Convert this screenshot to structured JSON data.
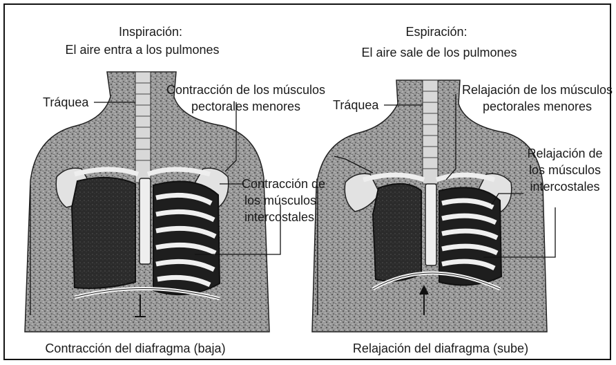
{
  "inspiration": {
    "title": "Inspiración:",
    "subtitle": "El aire entra a los pulmones",
    "labels": {
      "trachea": "Tráquea",
      "pectoral_1": "Contracción de los músculos",
      "pectoral_2": "pectorales menores",
      "intercostal_1": "Contracción de",
      "intercostal_2": "los músculos",
      "intercostal_3": "intercostales",
      "diaphragm": "Contracción del diafragma (baja)"
    }
  },
  "expiration": {
    "title": "Espiración:",
    "subtitle": "El aire sale de los pulmones",
    "labels": {
      "trachea": "Tráquea",
      "pectoral_1": "Relajación de los músculos",
      "pectoral_2": "pectorales menores",
      "intercostal_1": "Relajación de",
      "intercostal_2": "los músculos",
      "intercostal_3": "intercostales",
      "diaphragm": "Relajación del diafragma (sube)"
    }
  }
}
